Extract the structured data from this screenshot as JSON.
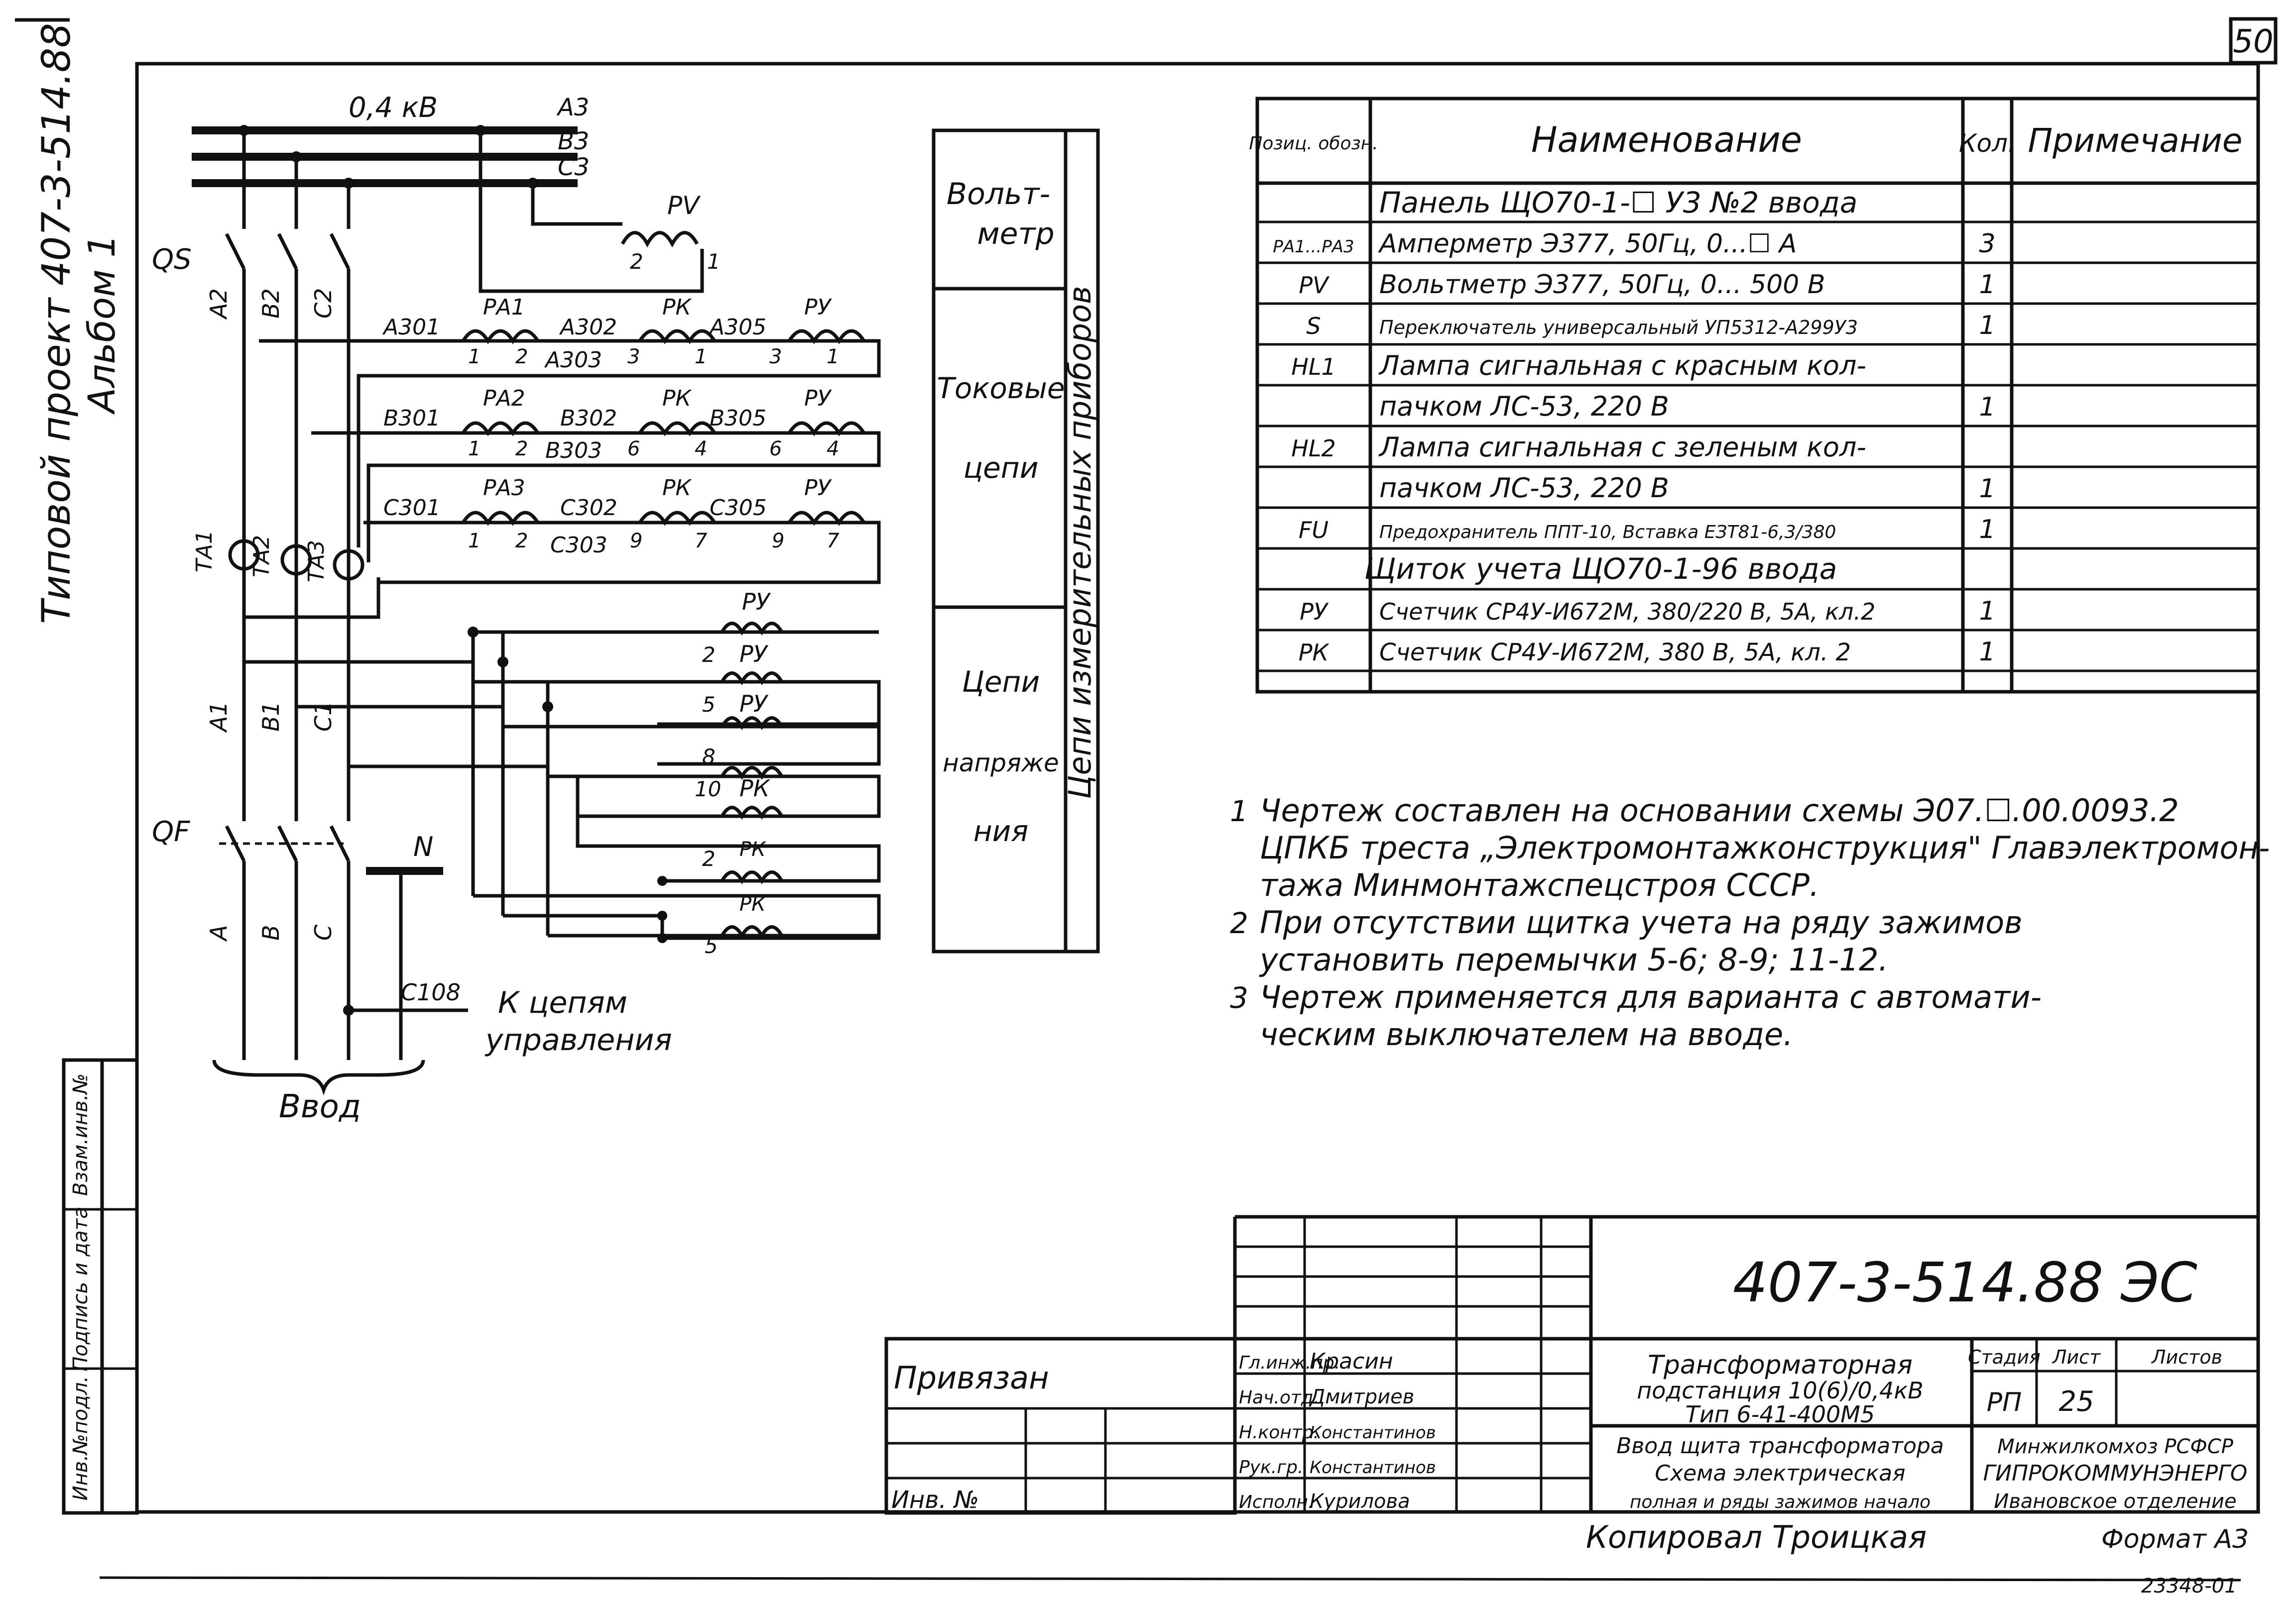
{
  "sheet": {
    "number": "50",
    "side_title_line1": "Типовой проект 407-3-514.88",
    "side_title_line2": "Альбом 1",
    "archive_columns": [
      "Инв.№подл.",
      "Подпись и дата",
      "Взам.инв.№"
    ],
    "copied_by": "Копировал Троицкая",
    "format": "Формат А3",
    "archive_number": "23348-01"
  },
  "schematic": {
    "bus_voltage": "0,4 кВ",
    "bus_labels": [
      "А3",
      "В3",
      "С3"
    ],
    "switch_qs": "QS",
    "switch_qf": "QF",
    "phase_top": [
      "А2",
      "В2",
      "С2"
    ],
    "phase_mid": [
      "А1",
      "В1",
      "С1"
    ],
    "phase_bottom": [
      "А",
      "В",
      "С"
    ],
    "neutral": "N",
    "voltmeter": {
      "name": "PV",
      "pin_left": "2",
      "pin_right": "1"
    },
    "ct_labels": [
      "ТА1",
      "ТА2",
      "ТА3"
    ],
    "current_rows": [
      {
        "w1": "А301",
        "pa": "РА1",
        "w2": "А302",
        "pk": "РК",
        "w3": "А305",
        "pu": "РУ",
        "w_mid": "А303",
        "pin1": "1",
        "pin2": "2",
        "pk1": "3",
        "pk2": "1",
        "pu1": "3",
        "pu2": "1"
      },
      {
        "w1": "В301",
        "pa": "РА2",
        "w2": "В302",
        "pk": "РК",
        "w3": "В305",
        "pu": "РУ",
        "w_mid": "В303",
        "pin1": "1",
        "pin2": "2",
        "pk1": "6",
        "pk2": "4",
        "pu1": "6",
        "pu2": "4"
      },
      {
        "w1": "С301",
        "pa": "РА3",
        "w2": "С302",
        "pk": "РК",
        "w3": "С305",
        "pu": "РУ",
        "w_mid": "С303",
        "pin1": "1",
        "pin2": "2",
        "pk1": "9",
        "pk2": "7",
        "pu1": "9",
        "pu2": "7"
      }
    ],
    "voltage_coils": [
      {
        "name": "РУ",
        "pin": ""
      },
      {
        "name": "РУ",
        "pin": "2"
      },
      {
        "name": "РУ",
        "pin": "5"
      },
      {
        "name": "",
        "pin": "8"
      },
      {
        "name": "РК",
        "pin": "10"
      },
      {
        "name": "РК",
        "pin": "2"
      },
      {
        "name": "РК",
        "pin": "5"
      }
    ],
    "control_wire": "С108",
    "control_text_line1": "К цепям",
    "control_text_line2": "управления",
    "input_label": "Ввод"
  },
  "circuit_legend": {
    "vertical_caption": "Цепи измерительных приборов",
    "sections": [
      {
        "line1": "Вольт-",
        "line2": "метр"
      },
      {
        "line1": "Токовые",
        "line2": "цепи"
      },
      {
        "line1": "Цепи",
        "line2": "напряже",
        "line3": "ния"
      }
    ]
  },
  "spec_table": {
    "headers": {
      "pos": "Позиц. обозн.",
      "name": "Наименование",
      "qty": "Кол.",
      "note": "Примечание"
    },
    "rows": [
      {
        "pos": "",
        "name": "Панель ЩО70-1-☐ У3 №2 ввода",
        "qty": "",
        "note": ""
      },
      {
        "pos": "РА1...РА3",
        "name": "Амперметр Э377, 50Гц, 0...☐ А",
        "qty": "3",
        "note": ""
      },
      {
        "pos": "PV",
        "name": "Вольтметр Э377, 50Гц, 0... 500 В",
        "qty": "1",
        "note": ""
      },
      {
        "pos": "S",
        "name": "Переключатель универсальный УП5312-А299У3",
        "qty": "1",
        "note": ""
      },
      {
        "pos": "HL1",
        "name": "Лампа сигнальная с красным кол-",
        "qty": "",
        "note": ""
      },
      {
        "pos": "",
        "name": "пачком ЛС-53, 220 В",
        "qty": "1",
        "note": ""
      },
      {
        "pos": "HL2",
        "name": "Лампа сигнальная с зеленым кол-",
        "qty": "",
        "note": ""
      },
      {
        "pos": "",
        "name": "пачком ЛС-53, 220 В",
        "qty": "1",
        "note": ""
      },
      {
        "pos": "FU",
        "name": "Предохранитель ППТ-10, Вставка ЕЗТ81-6,3/380",
        "qty": "1",
        "note": ""
      },
      {
        "pos": "",
        "name": "Щиток учета ЩО70-1-96 ввода",
        "qty": "",
        "note": ""
      },
      {
        "pos": "РУ",
        "name": "Счетчик СР4У-И672М, 380/220 В, 5А, кл.2",
        "qty": "1",
        "note": ""
      },
      {
        "pos": "РК",
        "name": "Счетчик СР4У-И672М, 380 В, 5А, кл. 2",
        "qty": "1",
        "note": ""
      }
    ]
  },
  "notes": [
    {
      "num": "1",
      "lines": [
        "Чертеж составлен на основании схемы Э07.☐.00.0093.2",
        "ЦПКБ треста „Электромонтажконструкция\" Главэлектромон-",
        "тажа Минмонтажспецстроя СССР."
      ]
    },
    {
      "num": "2",
      "lines": [
        "При отсутствии щитка учета на ряду зажимов",
        "установить перемычки 5-6; 8-9; 11-12."
      ]
    },
    {
      "num": "3",
      "lines": [
        "Чертеж применяется для варианта с автомати-",
        "ческим выключателем на вводе."
      ]
    }
  ],
  "title_block": {
    "code": "407-3-514.88 ЭС",
    "bound_label": "Привязан",
    "inv_label": "Инв. №",
    "roles": [
      {
        "role": "Гл.инж.пр.",
        "name": "Красин"
      },
      {
        "role": "Нач.отд.",
        "name": "Дмитриев"
      },
      {
        "role": "Н.контр.",
        "name": "Константинов"
      },
      {
        "role": "Рук.гр.",
        "name": "Константинов"
      },
      {
        "role": "Исполн.",
        "name": "Курилова"
      }
    ],
    "title_lines": [
      "Трансформаторная",
      "подстанция 10(6)/0,4кВ",
      "Тип 6-41-400М5"
    ],
    "subtitle_lines": [
      "Ввод щита трансформатора",
      "Схема электрическая",
      "полная и ряды зажимов начало"
    ],
    "stage_label": "Стадия",
    "sheet_label": "Лист",
    "sheets_label": "Листов",
    "stage": "РП",
    "sheet": "25",
    "org_lines": [
      "Минжилкомхоз РСФСР",
      "ГИПРОКОММУНЭНЕРГО",
      "Ивановское отделение"
    ]
  }
}
